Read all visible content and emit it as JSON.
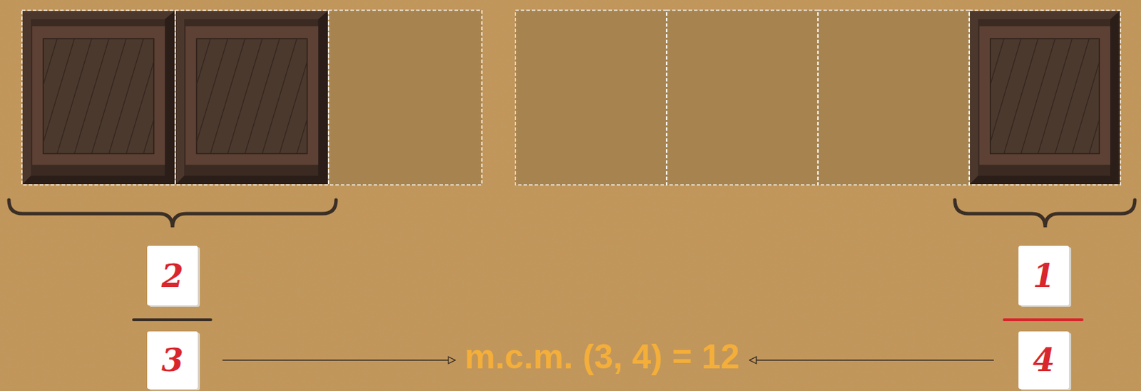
{
  "diagram": {
    "nodes": [
      {
        "text": [
          "2"
        ]
      },
      {
        "text": [
          "1"
        ]
      },
      {
        "text": [
          "3"
        ]
      },
      {
        "text": [
          "m.c.m. (3, 4) = 12"
        ]
      },
      {
        "text": [
          "4"
        ]
      }
    ],
    "edges": [
      {
        "from": 2,
        "to": 3,
        "arrow": "to"
      },
      {
        "from": 4,
        "to": 3,
        "arrow": "to"
      }
    ]
  }
}
